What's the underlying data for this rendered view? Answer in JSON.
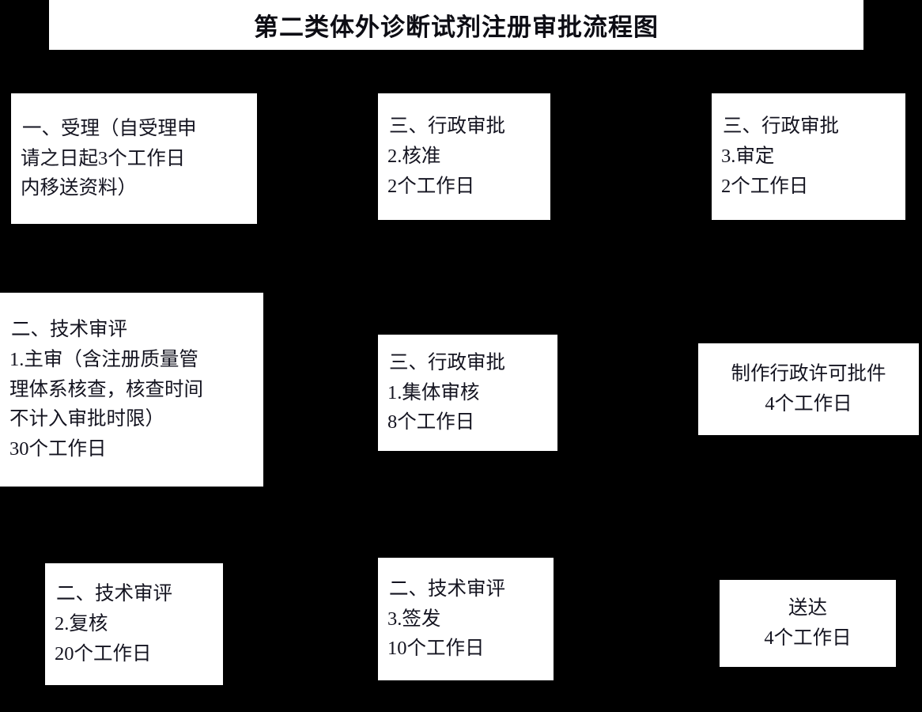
{
  "document": {
    "title": "第二类体外诊断试剂注册审批流程图",
    "colors": {
      "background": "#000000",
      "node_fill": "#ffffff",
      "node_text": "#141420",
      "title_text": "#0d0d14"
    }
  },
  "nodes": [
    {
      "id": "accept",
      "name": "受理",
      "align": "left",
      "lines": [
        "一、受理（自受理申",
        "请之日起3个工作日",
        "内移送资料）"
      ]
    },
    {
      "id": "approve-2",
      "name": "行政审批-核准",
      "align": "left",
      "lines": [
        "三、行政审批",
        "2.核准",
        "2个工作日"
      ]
    },
    {
      "id": "approve-3",
      "name": "行政审批-审定",
      "align": "left",
      "lines": [
        "三、行政审批",
        "3.审定",
        "2个工作日"
      ]
    },
    {
      "id": "review-1",
      "name": "技术审评-主审",
      "align": "left",
      "lines": [
        "二、技术审评",
        "1.主审（含注册质量管",
        "理体系核查，核查时间",
        "不计入审批时限）",
        "30个工作日"
      ]
    },
    {
      "id": "approve-1",
      "name": "行政审批-集体审核",
      "align": "left",
      "lines": [
        "三、行政审批",
        "1.集体审核",
        "8个工作日"
      ]
    },
    {
      "id": "produce",
      "name": "制作行政许可批件",
      "align": "center",
      "lines": [
        "制作行政许可批件",
        "4个工作日"
      ]
    },
    {
      "id": "review-2",
      "name": "技术审评-复核",
      "align": "left",
      "lines": [
        "二、技术审评",
        "2.复核",
        "20个工作日"
      ]
    },
    {
      "id": "review-3",
      "name": "技术审评-签发",
      "align": "left",
      "lines": [
        "二、技术审评",
        "3.签发",
        "10个工作日"
      ]
    },
    {
      "id": "deliver",
      "name": "送达",
      "align": "center",
      "lines": [
        "送达",
        "4个工作日"
      ]
    }
  ]
}
